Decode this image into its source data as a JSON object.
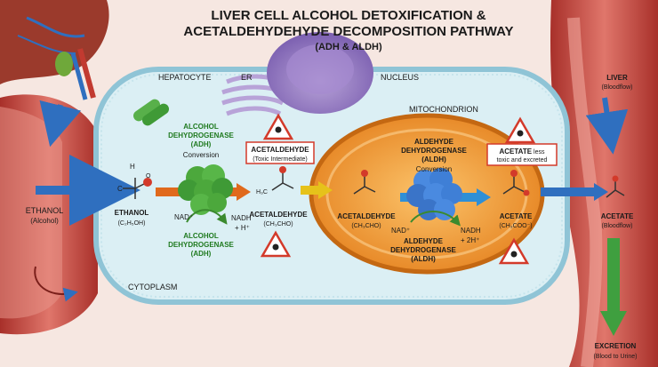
{
  "header": {
    "title_line1": "LIVER CELL ALCOHOL DETOXIFICATION &",
    "title_line2": "ACETALDEHYDEHYDE DECOMPOSITION PATHWAY",
    "subtitle": "(ADH & ALDH)"
  },
  "labels": {
    "hepatocyte": "HEPATOCYTE",
    "er": "ER",
    "nucleus": "NUCLEUS",
    "mitochondrion": "MITOCHONDRION",
    "cytoplasm": "CYTOPLASM"
  },
  "left_vessel": {
    "name": "ETHANOL",
    "sub": "(Alcohol)"
  },
  "adh_top": {
    "line1": "ALCOHOL",
    "line2": "DEHYDROGENASE",
    "line3": "(ADH)",
    "conversion": "Conversion"
  },
  "adh_bottom": {
    "line1": "ALCOHOL",
    "line2": "DEHYDROGENASE",
    "line3": "(ADH)"
  },
  "ethanol_molecule": {
    "name": "ETHANOL",
    "formula": "(C₂H₅OH)",
    "atom_h": "H",
    "atom_c": "C",
    "atom_o": "O"
  },
  "cofactors_adh": {
    "nad": "NAD⁺",
    "nadh": "NADH",
    "h": "+ H⁺"
  },
  "acetaldehyde_warning": {
    "name": "ACETALDEHYDE",
    "note": "(Toxic Intermediate)"
  },
  "acetaldehyde_cyto": {
    "name": "ACETALDEHYDE",
    "formula": "(CH₃CHO)",
    "group": "H₃C"
  },
  "aldh_top": {
    "line1": "ALDEHYDE",
    "line2": "DEHYDROGENASE",
    "line3": "(ALDH)",
    "conversion": "Conversion"
  },
  "acetaldehyde_mito": {
    "name": "ACETALDEHYDE",
    "formula": "(CH₃CHO)"
  },
  "cofactors_aldh": {
    "nad": "NAD⁺",
    "nadh": "NADH",
    "h": "+ 2H⁺"
  },
  "aldh_bottom": {
    "line1": "ALDEHYDE",
    "line2": "DEHYDROGENASE",
    "line3": "(ALDH)"
  },
  "acetate_warning": {
    "name": "ACETATE",
    "note_inline": "less",
    "note_line2": "toxic and excreted"
  },
  "acetate_mito": {
    "name": "ACETATE",
    "formula": "(CH₃COO⁻)"
  },
  "right_vessel": {
    "liver_name": "LIVER",
    "liver_sub": "(Bloodflow)",
    "acetate_name": "ACETATE",
    "acetate_sub": "(Bloodflow)"
  },
  "excretion": {
    "name": "EXCRETION",
    "sub": "(Blood to Urine)"
  },
  "colors": {
    "vessel": "#c94a3f",
    "cell_border": "#8fc4d6",
    "mito_fill": "#f29a2e",
    "adh_enzyme": "#4ca83c",
    "aldh_enzyme": "#3f7fd6",
    "flow_arrow": "#2f6fbf",
    "excretion_arrow": "#3f9f3f"
  }
}
